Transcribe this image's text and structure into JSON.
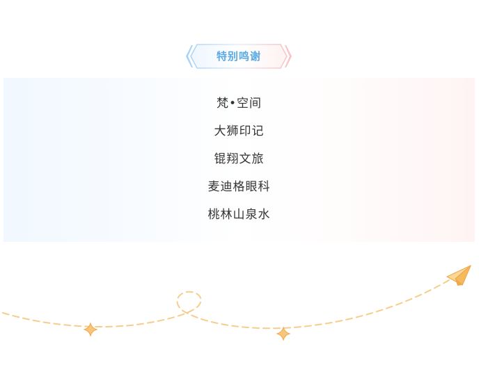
{
  "title": "特别鸣谢",
  "sponsors": [
    "梵•空间",
    "大狮印记",
    "锟翔文旅",
    "麦迪格眼科",
    "桃林山泉水"
  ],
  "colors": {
    "title_text": "#5aaae6",
    "ribbon_left": "#a9d3f5",
    "ribbon_right": "#f7c4c4",
    "path_stroke": "#f6cd8a",
    "sparkle": "#f7c57c",
    "plane": "#f6b95c"
  },
  "icons": {
    "paper_plane": "paper-plane-icon",
    "sparkle": "sparkle-icon"
  }
}
